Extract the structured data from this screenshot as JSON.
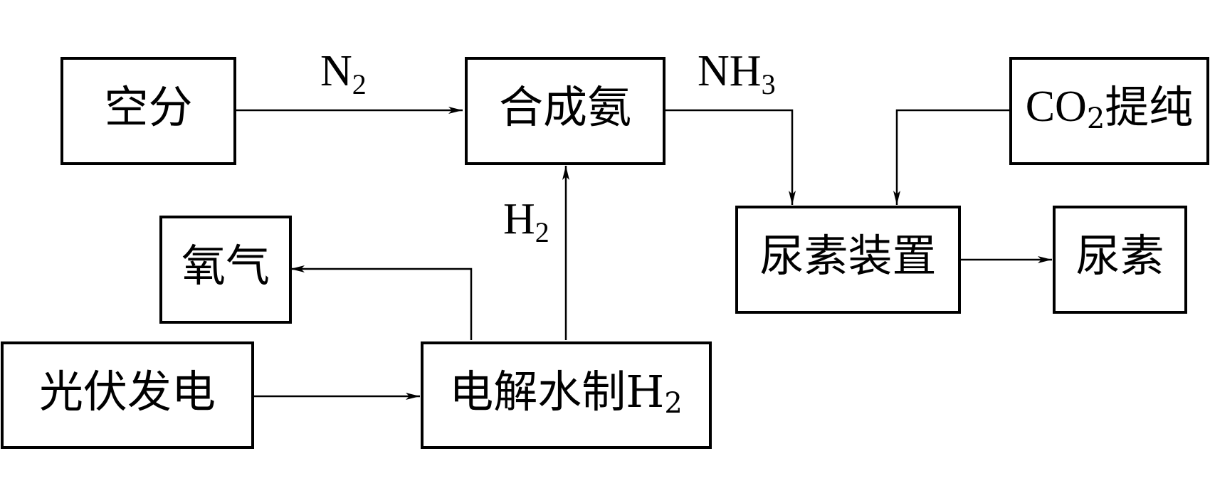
{
  "boxes": {
    "air_separation": "空分",
    "ammonia_synthesis": "合成氨",
    "co2_purify_prefix": "CO",
    "co2_purify_sub": "2",
    "co2_purify_suffix": "提纯",
    "oxygen": "氧气",
    "urea_plant": "尿素装置",
    "urea": "尿素",
    "solar_power": "光伏发电",
    "electrolysis_prefix": "电解水制H",
    "electrolysis_sub": "2"
  },
  "flows": {
    "n2_main": "N",
    "n2_sub": "2",
    "nh3_main": "NH",
    "nh3_sub": "3",
    "h2_main": "H",
    "h2_sub": "2"
  },
  "colors": {
    "stroke": "#000000",
    "background": "#ffffff"
  }
}
